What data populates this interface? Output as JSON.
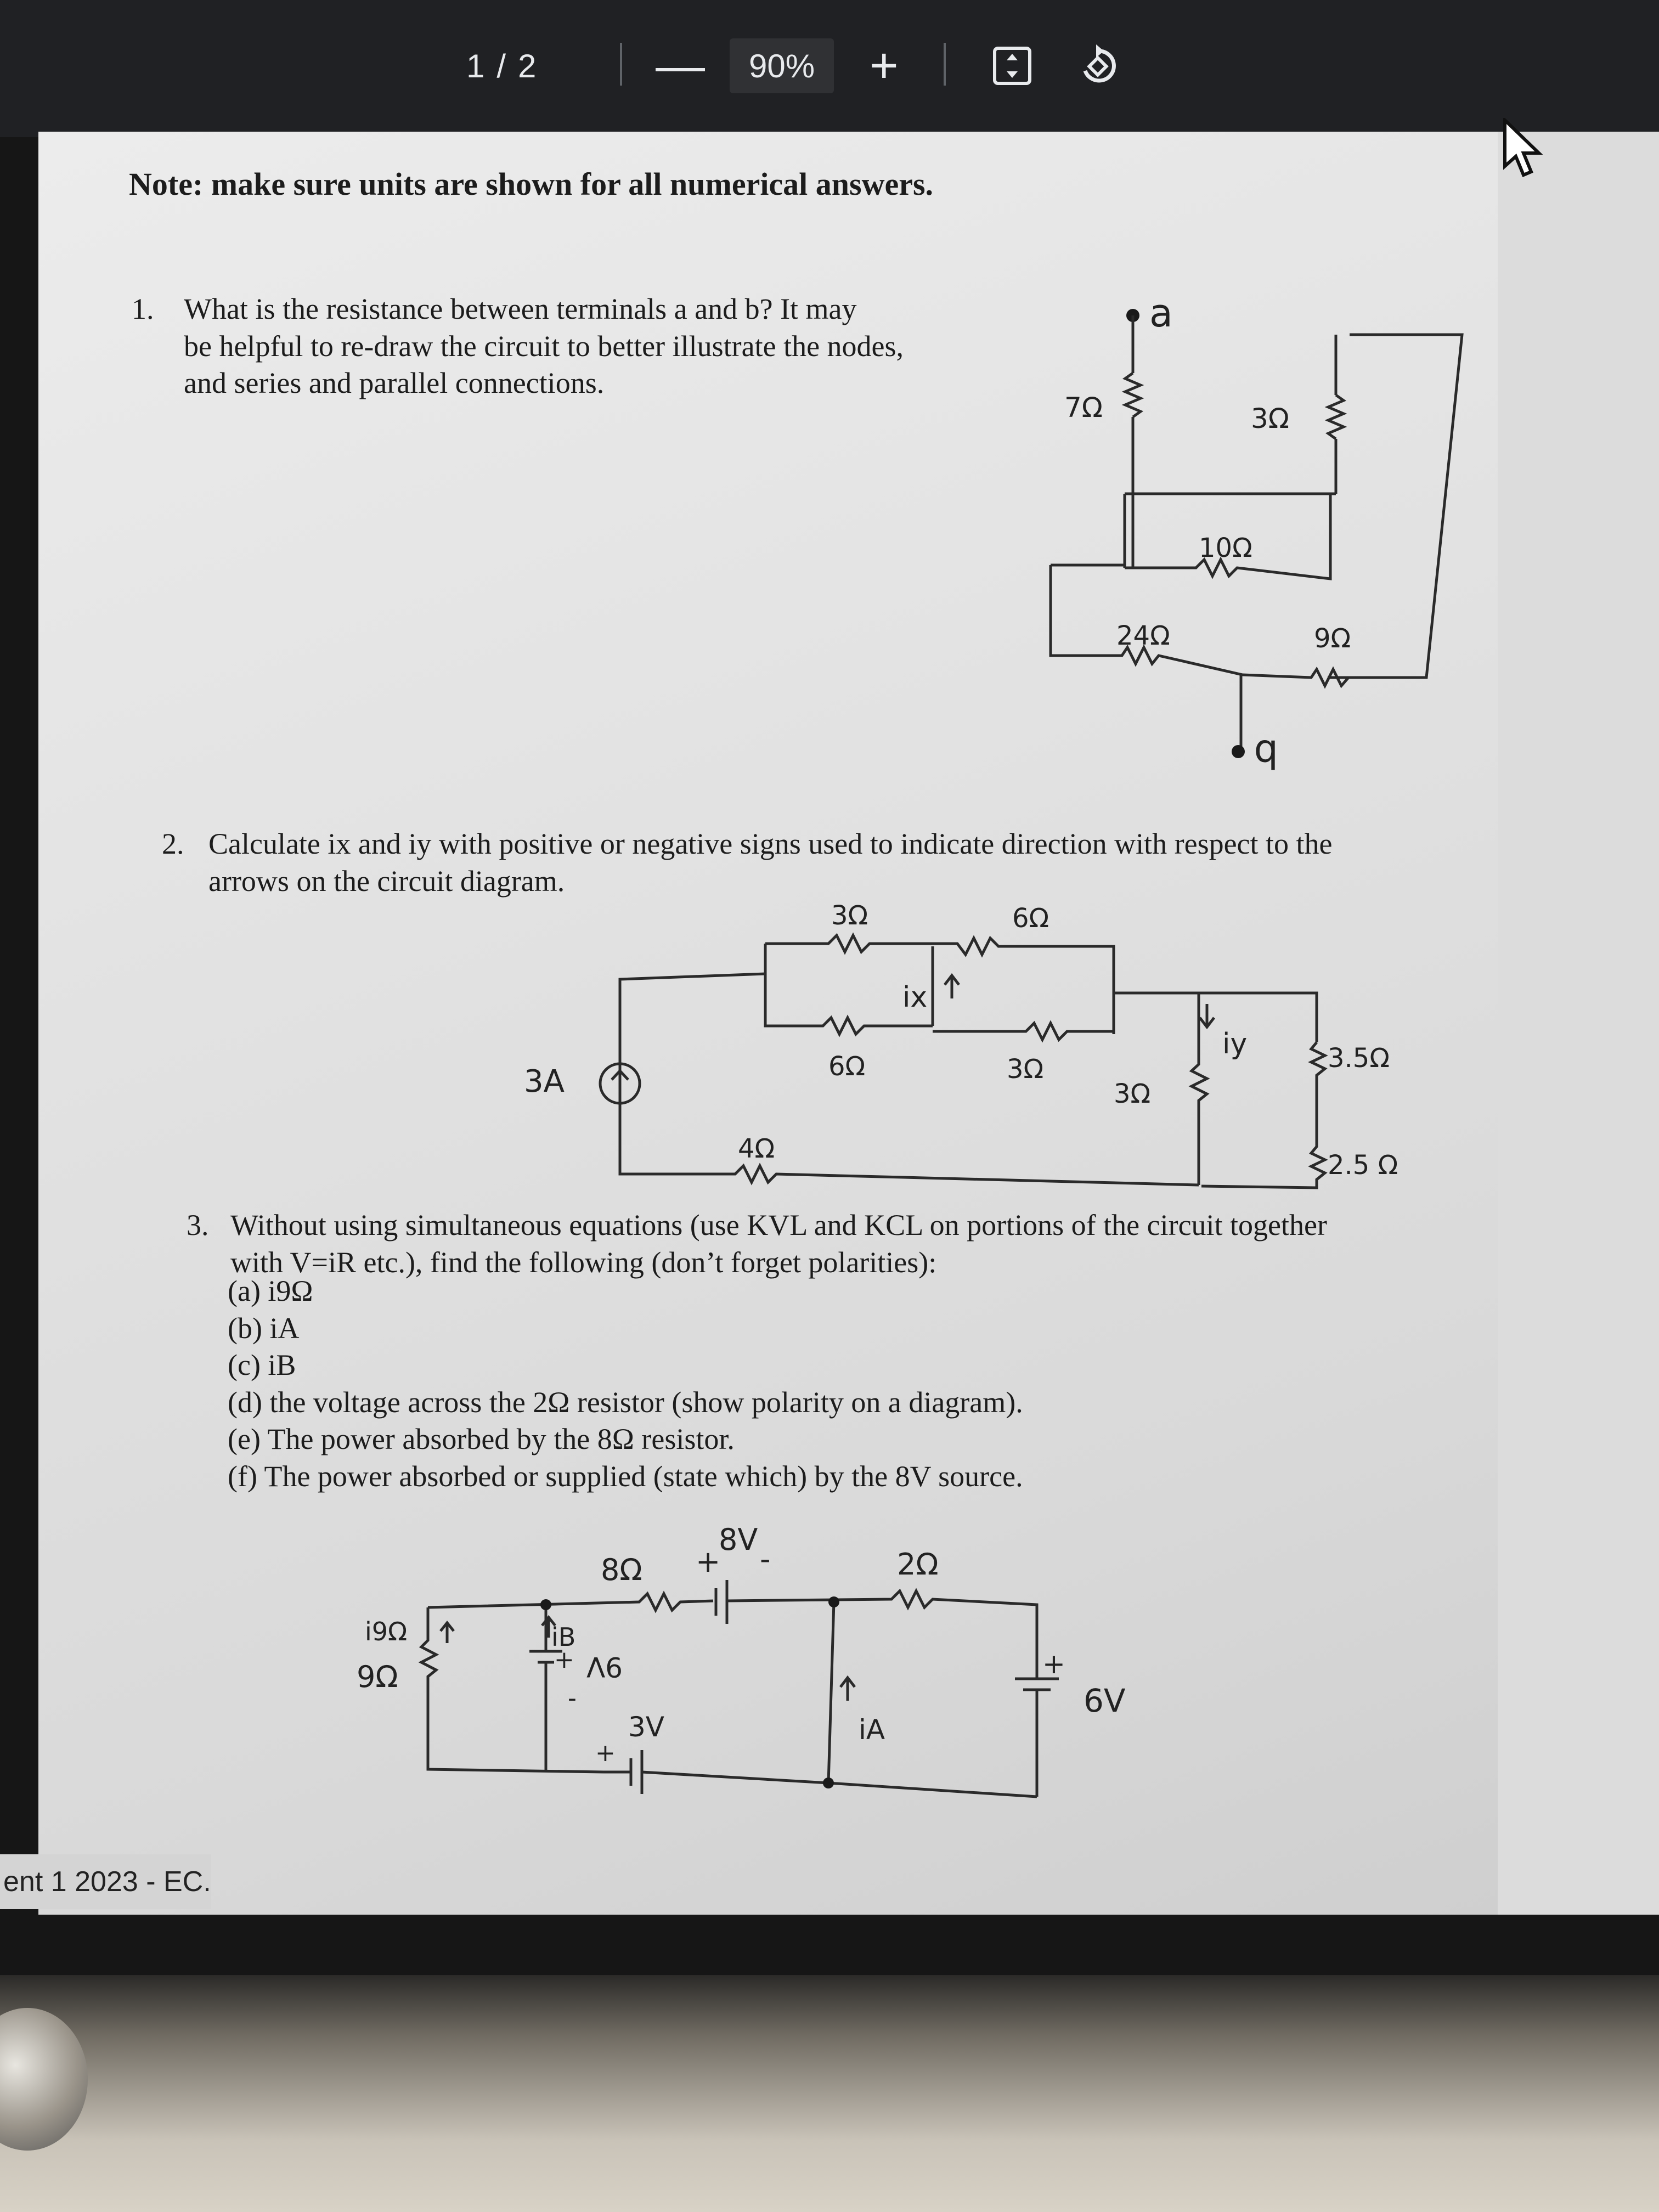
{
  "toolbar": {
    "page_current": "1",
    "page_separator": "/",
    "page_total": "2",
    "zoom_out_label": "—",
    "zoom_level": "90%",
    "zoom_in_label": "+"
  },
  "document": {
    "note": "Note: make sure units are shown for all numerical answers.",
    "q1": {
      "number": "1.",
      "lines": [
        "What is the resistance between terminals a and b? It may",
        "be helpful to re-draw the circuit to better illustrate the nodes,",
        "and series and parallel connections."
      ]
    },
    "q2": {
      "number": "2.",
      "lines": [
        "Calculate ix and iy with positive or negative signs used to indicate direction with respect to the",
        "arrows on the circuit diagram."
      ]
    },
    "q3": {
      "number": "3.",
      "lines": [
        "Without using simultaneous equations (use KVL and KCL on portions of the circuit together",
        "with V=iR etc.), find the following (don’t forget polarities):"
      ],
      "items": [
        "(a) i9Ω",
        "(b) iA",
        "(c) iB",
        "(d) the voltage across the 2Ω resistor (show polarity on a diagram).",
        "(e) The power absorbed by the 8Ω resistor.",
        "(f) The power absorbed or supplied (state which) by the 8V source."
      ]
    }
  },
  "circuit1": {
    "terminal_a": "a",
    "terminal_b": "b",
    "r_7": "7Ω",
    "r_3": "3Ω",
    "r_10": "10Ω",
    "r_24": "24Ω",
    "r_9": "9Ω"
  },
  "circuit2": {
    "source": "3A",
    "r_3_top": "3Ω",
    "r_6_top": "6Ω",
    "r_6_bottom": "6Ω",
    "r_3_bottom": "3Ω",
    "r_4": "4Ω",
    "r_3_right": "3Ω",
    "r_3_5": "3.5Ω",
    "r_2_5": "2.5 Ω",
    "ix": "ix",
    "iy": "iy"
  },
  "circuit3": {
    "r_8": "8Ω",
    "v_8_plus": "+",
    "v_8": "8V",
    "v_8_minus": "-",
    "r_2": "2Ω",
    "r_9": "9Ω",
    "i9": "i9Ω",
    "ib": "iB",
    "v_9": "9V",
    "v_9_plus": "+",
    "v_9_minus": "-",
    "v_3": "3V",
    "v_3_plus": "+",
    "ia": "iA",
    "v_6": "6V",
    "v_6_plus": "+"
  },
  "taskbar": {
    "tab_label": "ent 1 2023 - EC..."
  }
}
